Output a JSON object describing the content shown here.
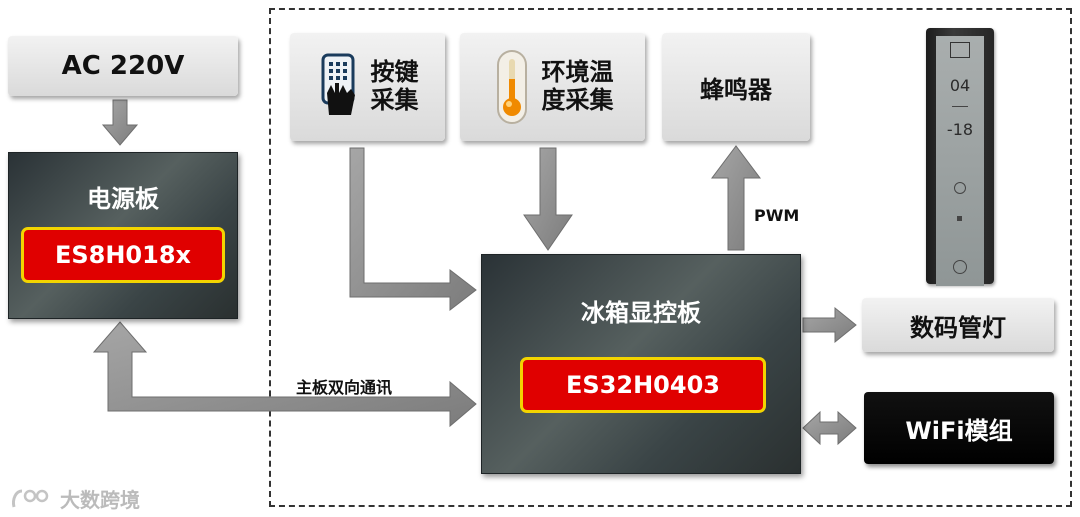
{
  "nodes": {
    "ac": "AC 220V",
    "power_board": "电源板",
    "power_chip": "ES8H018x",
    "key_line1": "按键",
    "key_line2": "采集",
    "temp_line1": "环境温",
    "temp_line2": "度采集",
    "buzzer": "蜂鸣器",
    "main_board": "冰箱显控板",
    "main_chip": "ES32H0403",
    "display_lamp": "数码管灯",
    "wifi": "WiFi模组"
  },
  "edges": {
    "pwm": "PWM",
    "comm": "主板双向通讯"
  },
  "panel": {
    "readout1": "04",
    "readout2": "-18"
  },
  "watermark": "大数跨境",
  "colors": {
    "chip_red": "#e00000",
    "chip_border": "#f3d400",
    "arrow_gray": "#8f8f8f"
  },
  "icons": [
    "keypad-hand-icon",
    "thermometer-icon"
  ]
}
